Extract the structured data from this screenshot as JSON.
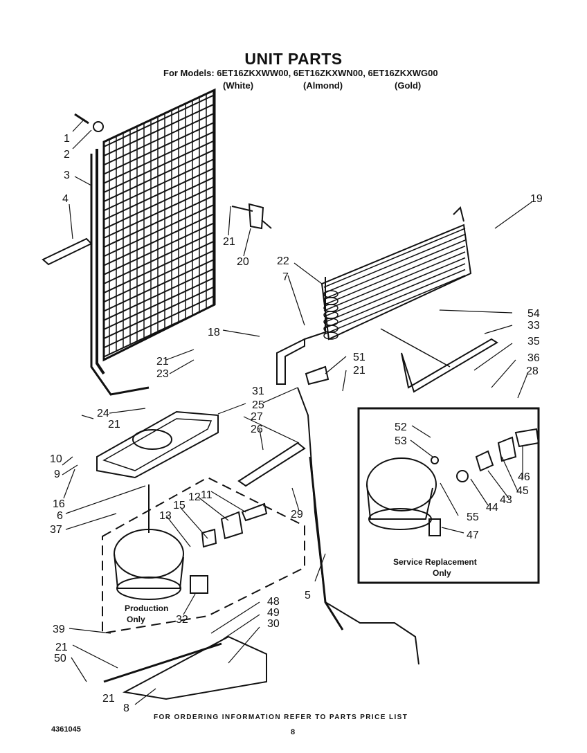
{
  "header": {
    "title": "UNIT PARTS",
    "models_line": "For Models: 6ET16ZKXWW00, 6ET16ZKXWN00, 6ET16ZKXWG00",
    "color_white": "(White)",
    "color_almond": "(Almond)",
    "color_gold": "(Gold)"
  },
  "labels": {
    "production_only_1": "Production",
    "production_only_2": "Only",
    "service_replacement_1": "Service Replacement",
    "service_replacement_2": "Only"
  },
  "callouts": [
    "1",
    "2",
    "3",
    "4",
    "5",
    "6",
    "7",
    "8",
    "9",
    "10",
    "11",
    "12",
    "13",
    "15",
    "16",
    "18",
    "19",
    "20",
    "21",
    "21",
    "21",
    "21",
    "21",
    "21",
    "22",
    "23",
    "24",
    "25",
    "26",
    "27",
    "28",
    "29",
    "30",
    "31",
    "32",
    "33",
    "35",
    "36",
    "37",
    "39",
    "43",
    "44",
    "45",
    "46",
    "47",
    "48",
    "49",
    "50",
    "51",
    "52",
    "53",
    "54",
    "55"
  ],
  "footer": {
    "ordering_info": "FOR ORDERING INFORMATION REFER TO PARTS PRICE LIST",
    "doc_number": "4361045",
    "page_number": "8"
  }
}
